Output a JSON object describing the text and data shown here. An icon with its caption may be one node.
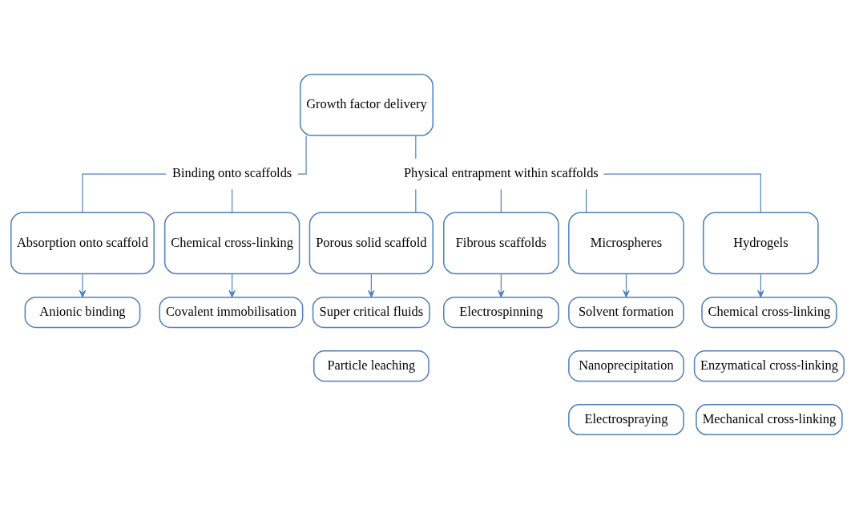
{
  "diagram": {
    "nodes": [
      {
        "text": [
          "Growth factor delivery"
        ]
      },
      {
        "text": [
          "Binding onto scaffolds"
        ]
      },
      {
        "text": [
          "Physical entrapment within scaffolds"
        ]
      },
      {
        "text": [
          "Absorption onto scaffold"
        ]
      },
      {
        "text": [
          "Chemical cross-linking"
        ]
      },
      {
        "text": [
          "Porous solid scaffold"
        ]
      },
      {
        "text": [
          "Fibrous scaffolds"
        ]
      },
      {
        "text": [
          "Microspheres"
        ]
      },
      {
        "text": [
          "Hydrogels"
        ]
      },
      {
        "text": [
          "Anionic binding"
        ]
      },
      {
        "text": [
          "Covalent immobilisation"
        ]
      },
      {
        "text": [
          "Super critical fluids"
        ]
      },
      {
        "text": [
          "Particle leaching"
        ]
      },
      {
        "text": [
          "Electrospinning"
        ]
      },
      {
        "text": [
          "Solvent formation"
        ]
      },
      {
        "text": [
          "Nanoprecipitation"
        ]
      },
      {
        "text": [
          "Electrospraying"
        ]
      },
      {
        "text": [
          "Chemical cross-linking"
        ]
      },
      {
        "text": [
          "Enzymatical cross-linking"
        ]
      },
      {
        "text": [
          "Mechanical cross-linking"
        ]
      }
    ],
    "edges": [
      {
        "from": 0,
        "to": 1,
        "arrow": "none"
      },
      {
        "from": 0,
        "to": 2,
        "arrow": "none"
      },
      {
        "from": 1,
        "to": 3,
        "arrow": "none"
      },
      {
        "from": 1,
        "to": 4,
        "arrow": "none"
      },
      {
        "from": 2,
        "to": 5,
        "arrow": "none"
      },
      {
        "from": 2,
        "to": 6,
        "arrow": "none"
      },
      {
        "from": 2,
        "to": 7,
        "arrow": "none"
      },
      {
        "from": 2,
        "to": 8,
        "arrow": "none"
      },
      {
        "from": 3,
        "to": 9,
        "arrow": "to"
      },
      {
        "from": 4,
        "to": 10,
        "arrow": "to"
      },
      {
        "from": 5,
        "to": 11,
        "arrow": "to"
      },
      {
        "from": 6,
        "to": 13,
        "arrow": "to"
      },
      {
        "from": 7,
        "to": 14,
        "arrow": "to"
      },
      {
        "from": 8,
        "to": 17,
        "arrow": "to"
      }
    ]
  }
}
